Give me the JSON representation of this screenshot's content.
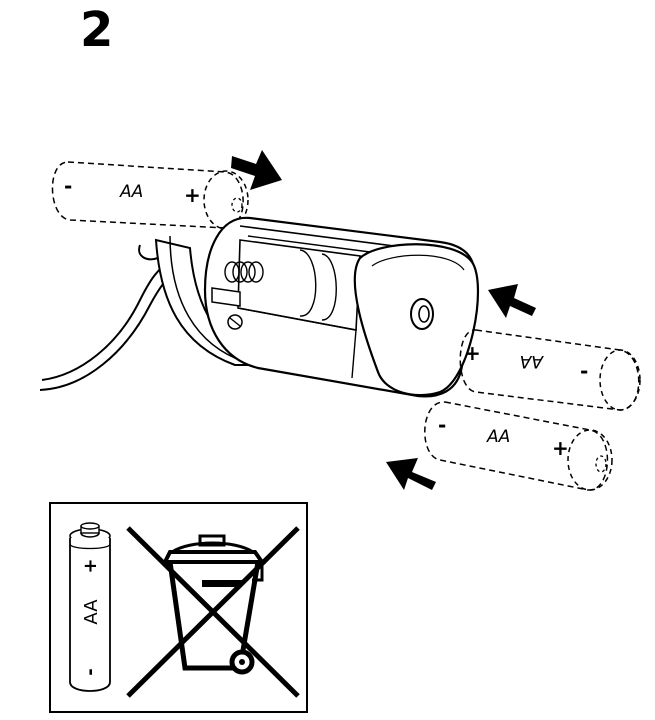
{
  "step": {
    "number": "2"
  },
  "batteries": {
    "top": {
      "type": "AA",
      "minus": "-",
      "plus": "+"
    },
    "middle": {
      "type": "AA",
      "minus": "-",
      "plus": "+"
    },
    "bottom": {
      "type": "AA",
      "minus": "-",
      "plus": "+"
    }
  },
  "disposal_notice": {
    "battery": {
      "type": "AA",
      "plus": "+",
      "minus": "-"
    },
    "icon": "crossed-out-wheelie-bin-icon"
  },
  "colors": {
    "ink": "#000000",
    "paper": "#ffffff"
  }
}
